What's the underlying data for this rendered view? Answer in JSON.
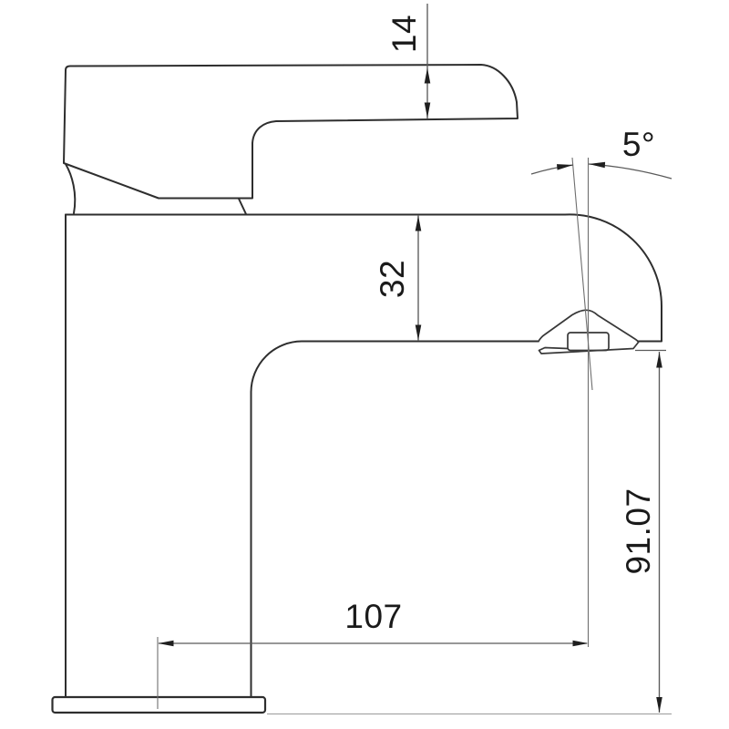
{
  "drawing": {
    "kind": "faucet-side-view-technical-drawing",
    "background_color": "#ffffff",
    "outline_color": "#2e2e2e",
    "dimension_line_color": "#5a5a5a",
    "text_color": "#1a1a1a",
    "dimensions": {
      "handle_thickness": "14",
      "spout_body_height": "32",
      "outlet_angle": "5°",
      "center_to_outlet_reach": "107",
      "outlet_to_base_height": "91.07"
    }
  }
}
